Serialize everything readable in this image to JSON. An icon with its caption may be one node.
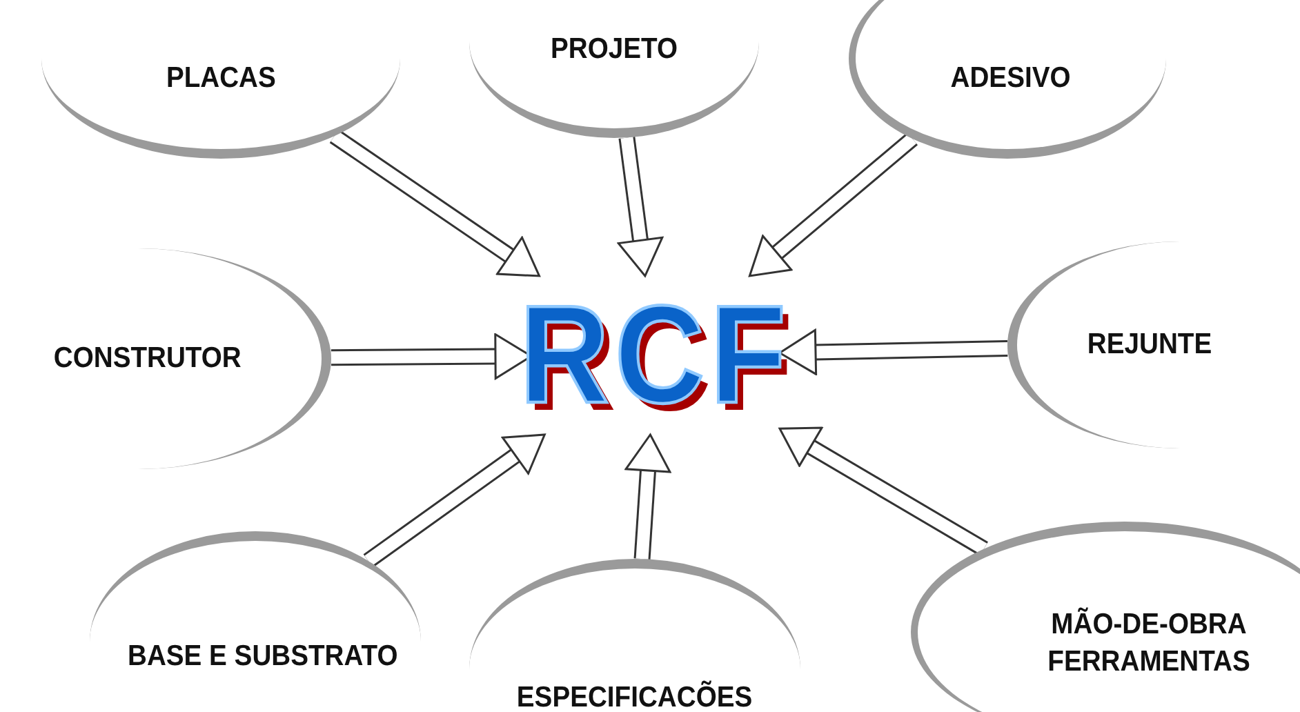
{
  "diagram": {
    "nodes": [
      {
        "text": [
          "PLACAS"
        ]
      },
      {
        "text": [
          "PROJETO"
        ]
      },
      {
        "text": [
          "ADESIVO"
        ]
      },
      {
        "text": [
          "CONSTRUTOR"
        ]
      },
      {
        "text": [
          "RCF"
        ]
      },
      {
        "text": [
          "REJUNTE"
        ]
      },
      {
        "text": [
          "BASE E SUBSTRATO"
        ]
      },
      {
        "text": [
          "ESPECIFICACÕES"
        ]
      },
      {
        "text": [
          "MÃO-DE-OBRA FERRAMENTAS"
        ]
      }
    ],
    "edges": [
      {
        "from": 0,
        "to": 4,
        "arrow": "to"
      },
      {
        "from": 1,
        "to": 4,
        "arrow": "to"
      },
      {
        "from": 2,
        "to": 4,
        "arrow": "to"
      },
      {
        "from": 3,
        "to": 4,
        "arrow": "to"
      },
      {
        "from": 5,
        "to": 4,
        "arrow": "to"
      },
      {
        "from": 6,
        "to": 4,
        "arrow": "to"
      },
      {
        "from": 7,
        "to": 4,
        "arrow": "to"
      },
      {
        "from": 8,
        "to": 4,
        "arrow": "to"
      }
    ]
  }
}
